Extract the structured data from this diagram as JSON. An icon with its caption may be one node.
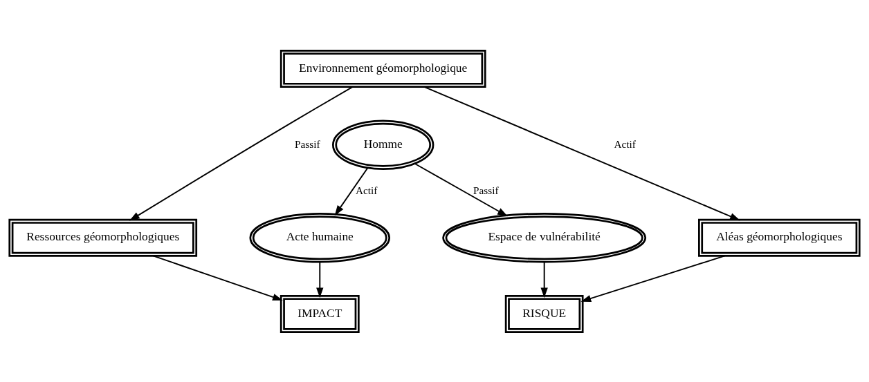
{
  "diagram": {
    "nodes": [
      {
        "text": [
          "Environnement géomorphologique"
        ]
      },
      {
        "text": [
          "Homme"
        ]
      },
      {
        "text": [
          "Ressources géomorphologiques"
        ]
      },
      {
        "text": [
          "Acte humaine"
        ]
      },
      {
        "text": [
          "Espace de vulnérabilité"
        ]
      },
      {
        "text": [
          "Aléas géomorphologiques"
        ]
      },
      {
        "text": [
          "IMPACT"
        ]
      },
      {
        "text": [
          "RISQUE"
        ]
      }
    ],
    "edges": [
      {
        "from": 0,
        "to": 2,
        "arrow": "to",
        "label": "Passif"
      },
      {
        "from": 0,
        "to": 5,
        "arrow": "to",
        "label": "Actif"
      },
      {
        "from": 1,
        "to": 3,
        "arrow": "to",
        "label": "Actif"
      },
      {
        "from": 1,
        "to": 4,
        "arrow": "to",
        "label": "Passif"
      },
      {
        "from": 2,
        "to": 6,
        "arrow": "to"
      },
      {
        "from": 3,
        "to": 6,
        "arrow": "to"
      },
      {
        "from": 4,
        "to": 7,
        "arrow": "to"
      },
      {
        "from": 5,
        "to": 7,
        "arrow": "to"
      }
    ]
  }
}
